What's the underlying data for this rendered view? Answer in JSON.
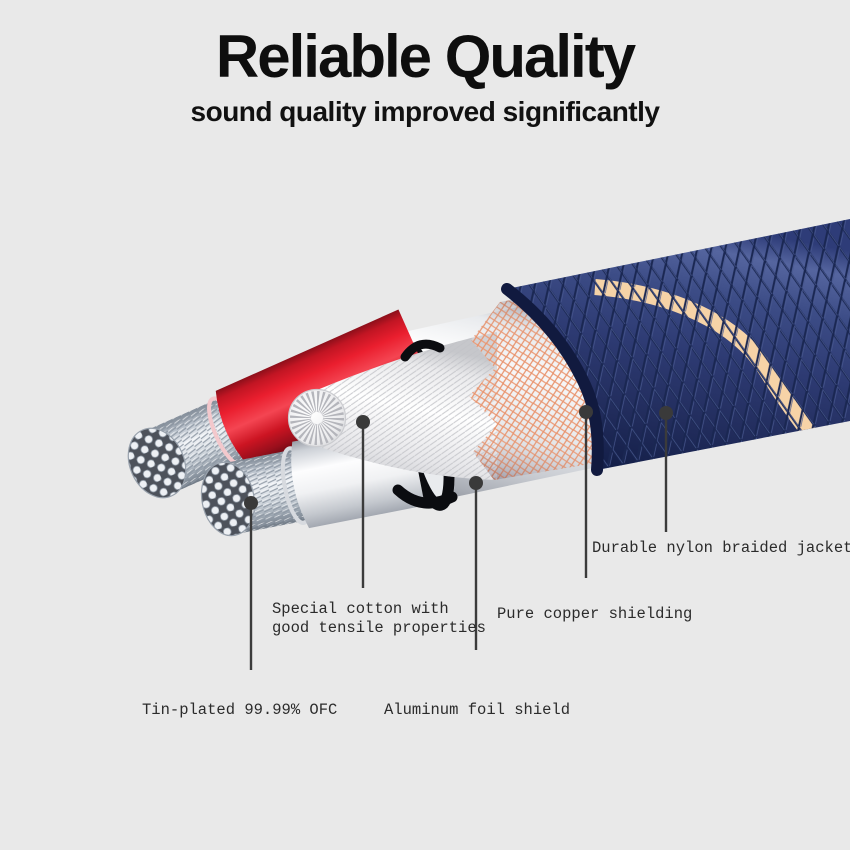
{
  "header": {
    "title": "Reliable Quality",
    "subtitle": "sound quality improved significantly"
  },
  "callouts": {
    "tin_plated": {
      "text": "Tin-plated 99.99% OFC"
    },
    "cotton": {
      "line1": "Special cotton with",
      "line2": "good tensile properties"
    },
    "aluminum_foil": {
      "text": "Aluminum foil shield"
    },
    "copper": {
      "text": "Pure copper shielding"
    },
    "jacket": {
      "text": "Durable nylon braided jacket"
    }
  },
  "colors": {
    "background": "#e9e9e9",
    "jacket_navy": "#2f3d79",
    "jacket_grid": "#1a2752",
    "braid_stripe": "#f6d3a7",
    "copper_braid": "#eb9b77",
    "wire_red": "#ea1e2e",
    "foil_silver": "#d9dbe0",
    "callout": "#3b3b3b"
  }
}
